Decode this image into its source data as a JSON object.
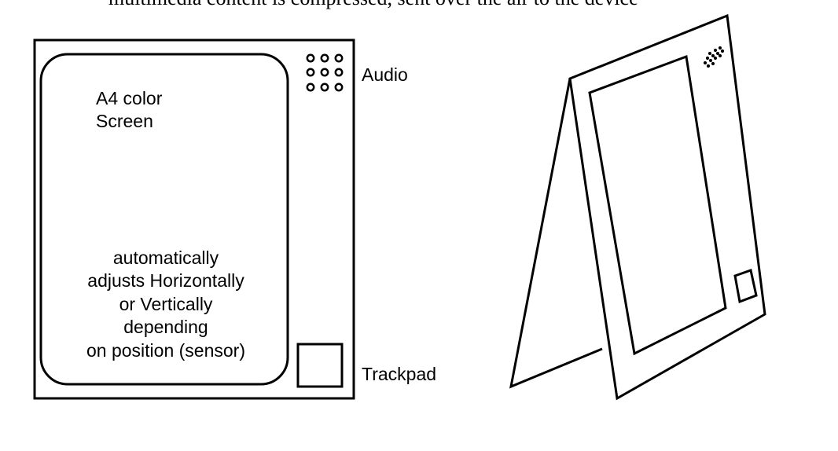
{
  "page": {
    "top_line_text": "multimedia content is compressed, sent over the air to the device"
  },
  "front_view": {
    "screen_label_lines": [
      "A4 color",
      "Screen"
    ],
    "screen_note_lines": [
      "automatically",
      "adjusts Horizontally",
      "or Vertically",
      "depending",
      "on position (sensor)"
    ],
    "audio_label": "Audio",
    "trackpad_label": "Trackpad"
  },
  "colors": {
    "stroke": "#000000",
    "background": "#ffffff"
  }
}
